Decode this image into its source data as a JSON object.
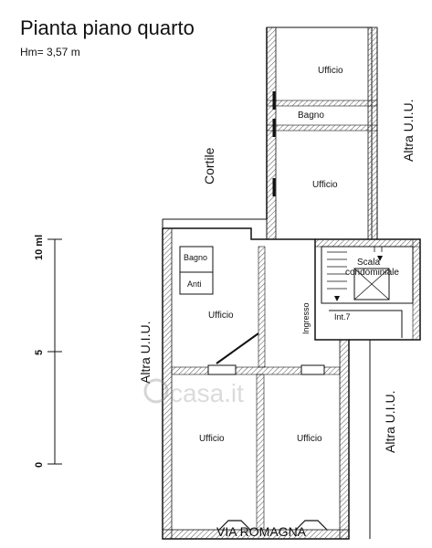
{
  "header": {
    "title": "Pianta piano quarto",
    "height_note": "Hm= 3,57 m"
  },
  "scale": {
    "unit_label": "10 ml",
    "ticks": [
      "5",
      "0"
    ]
  },
  "outside_labels": {
    "courtyard": "Cortile",
    "other_unit_top_right": "Altra U.I.U.",
    "other_unit_left": "Altra U.I.U.",
    "other_unit_bottom_right": "Altra U.I.U.",
    "street": "VIA ROMAGNA"
  },
  "rooms": {
    "office_top": "Ufficio",
    "bath_top": "Bagno",
    "office_mid": "Ufficio",
    "bath_left": "Bagno",
    "anti": "Anti",
    "office_left": "Ufficio",
    "office_bottom_left": "Ufficio",
    "office_bottom_right": "Ufficio",
    "stair_line1": "Scala",
    "stair_line2": "condominiale",
    "entrance": "Ingresso",
    "unit_number": "Int.7"
  },
  "watermark": "casa.it"
}
